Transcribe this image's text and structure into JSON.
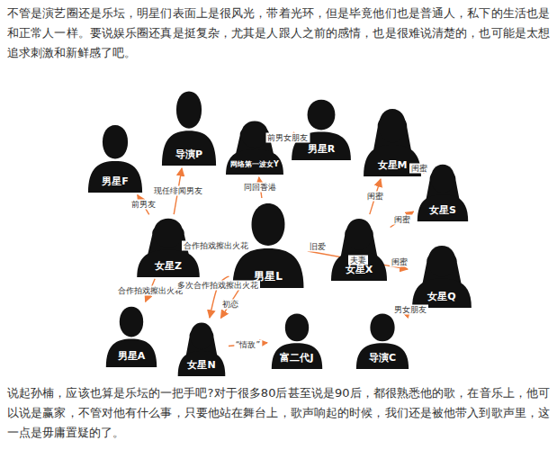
{
  "diagram": {
    "nodes": [
      {
        "text": [
          "导演P"
        ]
      },
      {
        "text": [
          "男星F"
        ]
      },
      {
        "text": [
          "网络第一波女Y"
        ]
      },
      {
        "text": [
          "男星R"
        ]
      },
      {
        "text": [
          "女星M"
        ]
      },
      {
        "text": [
          "女星S"
        ]
      },
      {
        "text": [
          "女星Z"
        ]
      },
      {
        "text": [
          "男星L"
        ]
      },
      {
        "text": [
          "女星X"
        ]
      },
      {
        "text": [
          "女星Q"
        ]
      },
      {
        "text": [
          "男星A"
        ]
      },
      {
        "text": [
          "女星N"
        ]
      },
      {
        "text": [
          "富二代J"
        ]
      },
      {
        "text": [
          "导演C"
        ]
      }
    ],
    "edges": [
      {
        "from": 3,
        "to": 2,
        "label": "前男女朋友",
        "arrow": "to"
      },
      {
        "from": 6,
        "to": 0,
        "label": "现任绯闻男友",
        "arrow": "to"
      },
      {
        "from": 7,
        "to": 2,
        "label": "同回香港",
        "arrow": "to"
      },
      {
        "from": 6,
        "to": 1,
        "label": "前男友",
        "arrow": "to"
      },
      {
        "from": 7,
        "to": 6,
        "label": "合作拍戏擦出火花",
        "arrow": "to"
      },
      {
        "from": 7,
        "to": 8,
        "label": "旧爱",
        "arrow": "to"
      },
      {
        "from": 4,
        "to": 5,
        "label": "闺蜜",
        "arrow": "to"
      },
      {
        "from": 8,
        "to": 4,
        "label": "闺蜜",
        "arrow": "to"
      },
      {
        "from": 8,
        "to": 5,
        "label": "闺蜜",
        "arrow": "to"
      },
      {
        "from": 8,
        "to": 9,
        "label": "闺蜜",
        "arrow": "to"
      },
      {
        "from": 6,
        "to": 10,
        "label": "合作拍戏擦出火花",
        "arrow": "to"
      },
      {
        "from": 7,
        "to": 11,
        "label": "初恋",
        "arrow": "to"
      },
      {
        "from": 7,
        "to": 11,
        "label": "多次合作拍戏擦出火花",
        "arrow": "to"
      },
      {
        "from": 11,
        "to": 12,
        "label": "“情敌”",
        "arrow": "to"
      },
      {
        "from": 7,
        "to": 9,
        "label": "夫妻",
        "arrow": "to"
      },
      {
        "from": 13,
        "to": 9,
        "label": "男女朋友",
        "arrow": "to"
      }
    ],
    "labels": [
      "不管是演艺圈还是乐坛，明星们表面上是很风光，带着光环，但是毕竟他们也是普通人，私下的生活也是和正常人一样。要说娱乐圈还真是挺复杂，尤其是人跟人之前的感情，也是很难说清楚的，也可能是太想追求刺激和新鲜感了吧。",
      "说起孙楠，应该也算是乐坛的一把手吧?对于很多80后甚至说是90后，都很熟悉他的歌，在音乐上，他可以说是赢家，不管对他有什么事，只要他站在舞台上，歌声响起的时候，我们还是被他带入到歌声里，这一点是毋庸置疑的了。"
    ]
  }
}
